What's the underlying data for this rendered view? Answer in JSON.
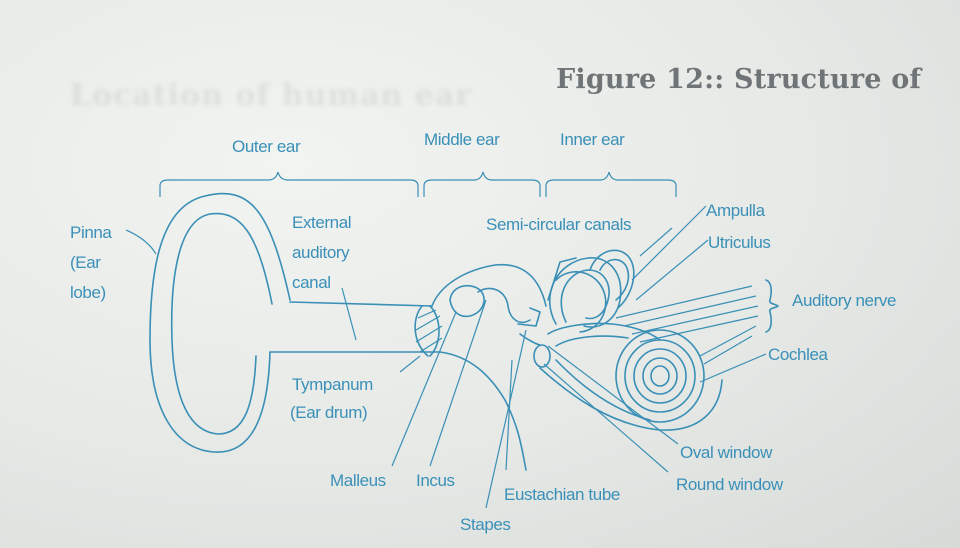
{
  "title": "Figure 12:: Structure of",
  "ghost_text": "Location of human ear",
  "sections": {
    "outer": "Outer ear",
    "middle": "Middle ear",
    "inner": "Inner ear"
  },
  "labels": {
    "pinna": [
      "Pinna",
      "(Ear",
      "lobe)"
    ],
    "canal": [
      "External",
      "auditory",
      "canal"
    ],
    "tympanum": [
      "Tympanum",
      "(Ear drum)"
    ],
    "malleus": "Malleus",
    "incus": "Incus",
    "stapes": "Stapes",
    "eustachian": "Eustachian tube",
    "semicircular": "Semi-circular canals",
    "ampulla": "Ampulla",
    "utriculus": "Utriculus",
    "auditory_nerve": "Auditory nerve",
    "cochlea": "Cochlea",
    "oval_window": "Oval window",
    "round_window": "Round window"
  },
  "colors": {
    "ink": "#3a8fb6",
    "title": "#6f7477",
    "paper": "#e9ecea"
  }
}
